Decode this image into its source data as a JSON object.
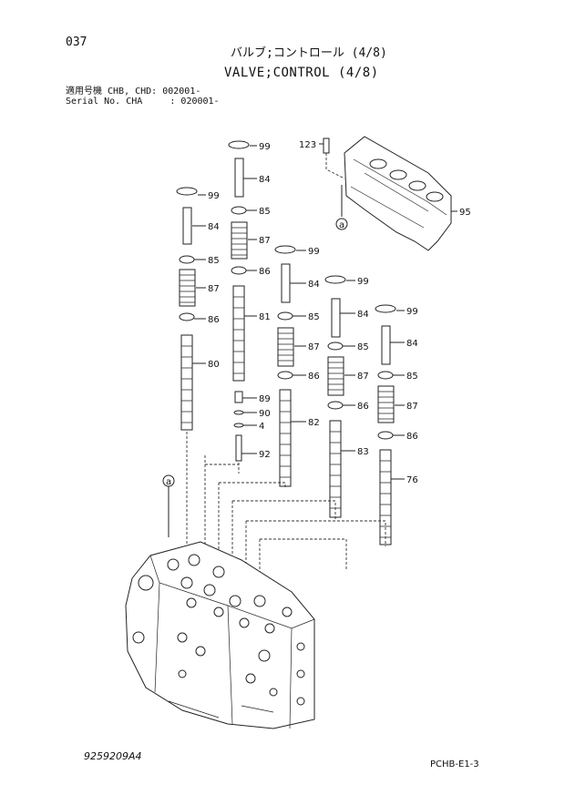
{
  "header": {
    "page_number": "037",
    "title_jp": "バルブ;コントロール (4/8)",
    "title_en": "VALVE;CONTROL (4/8)",
    "serial_line_1": "適用号機 CHB, CHD: 002001-",
    "serial_line_2": "Serial No. CHA     : 020001-"
  },
  "callouts": {
    "c1_99": "99",
    "c1_84": "84",
    "c1_85": "85",
    "c1_87": "87",
    "c1_86": "86",
    "c1_80": "80",
    "c2_99": "99",
    "c2_84": "84",
    "c2_85": "85",
    "c2_87": "87",
    "c2_86": "86",
    "c2_81": "81",
    "c2_89": "89",
    "c2_90": "90",
    "c2_4": "4",
    "c2_92": "92",
    "c3_99": "99",
    "c3_84": "84",
    "c3_85": "85",
    "c3_87": "87",
    "c3_86": "86",
    "c3_82": "82",
    "c4_99": "99",
    "c4_84": "84",
    "c4_85": "85",
    "c4_87": "87",
    "c4_86": "86",
    "c4_83": "83",
    "c5_99": "99",
    "c5_84": "84",
    "c5_85": "85",
    "c5_87": "87",
    "c5_86": "86",
    "c5_76": "76",
    "cap_123": "123",
    "cap_95": "95",
    "ref_a_top": "a",
    "ref_a_left": "a"
  },
  "footer": {
    "figure_number": "9259209A4",
    "sheet_id": "PCHB-E1-3"
  }
}
